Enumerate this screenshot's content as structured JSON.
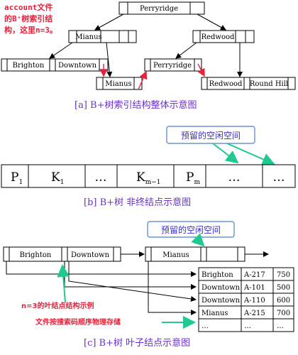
{
  "note_a": [
    "account文件",
    "的B⁺树索引结",
    "构，这里n=3。"
  ],
  "tree": {
    "root": "Perryridge",
    "level2": [
      "Mianus",
      "Redwood"
    ],
    "leaf1": [
      "Brighton",
      "Downtown"
    ],
    "leaf2": "Mianus",
    "leaf3": "Perryridge",
    "leaf4": [
      "Redwood",
      "Round Hill"
    ]
  },
  "caption_a": "[a] B+树索引结构整体示意图",
  "reserved_space": "预留的空闲空间",
  "nonleaf": {
    "p1": "P",
    "p1_sub": "1",
    "k1": "K",
    "k1_sub": "1",
    "dots": "…",
    "km": "K",
    "km_sub": "m−1",
    "pm": "P",
    "pm_sub": "m"
  },
  "caption_b": "[b] B+树 非终结点示意图",
  "leaf_diagram": {
    "keys": [
      "Brighton",
      "Downtown",
      "Mianus"
    ],
    "dots": "…"
  },
  "table": {
    "rows": [
      [
        "Brighton",
        "A-217",
        "750"
      ],
      [
        "Downtown",
        "A-101",
        "500"
      ],
      [
        "Downtown",
        "A-110",
        "600"
      ],
      [
        "Mianus",
        "A-215",
        "700"
      ],
      [
        "…",
        "…",
        "…"
      ]
    ]
  },
  "leaf_example_label": "n=3的叶结点结构示例",
  "file_storage_label": "文件按搜索码顺序物理存储",
  "caption_c": "[c] B+树 叶子结点示意图",
  "colors": {
    "red": "#e8203a",
    "green": "#1fc98f",
    "purple": "#6a2fd0",
    "callout_border": "#4a7fd8"
  }
}
